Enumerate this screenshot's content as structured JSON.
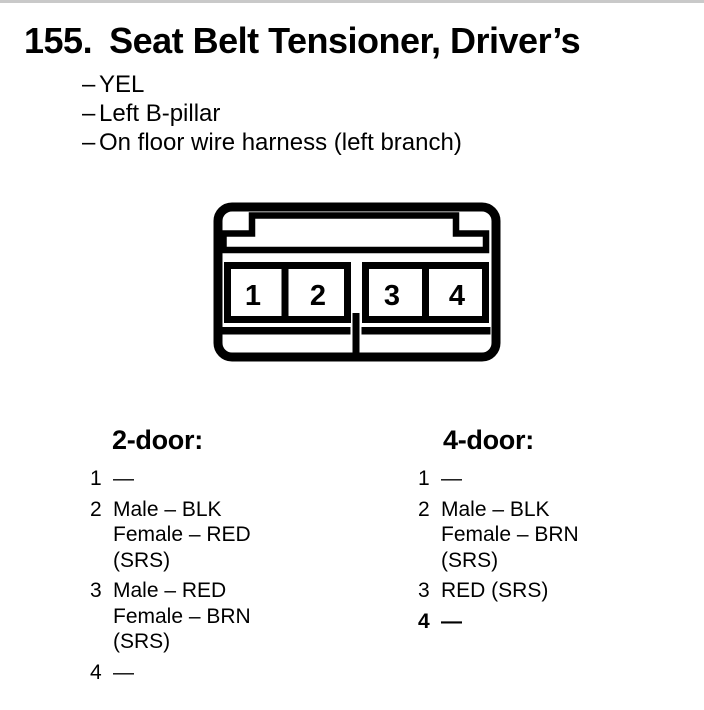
{
  "page": {
    "number": "155.",
    "title": "Seat Belt Tensioner, Driver’s",
    "detail_prefix": "–",
    "details": [
      "YEL",
      "Left B-pillar",
      "On floor wire harness (left branch)"
    ]
  },
  "connector": {
    "pins": [
      "1",
      "2",
      "3",
      "4"
    ]
  },
  "columns": [
    {
      "heading": "2-door:",
      "rows": [
        {
          "pin": "1",
          "lines": [
            "—"
          ]
        },
        {
          "pin": "2",
          "lines": [
            "Male – BLK",
            "Female – RED",
            "(SRS)"
          ]
        },
        {
          "pin": "3",
          "lines": [
            "Male – RED",
            "Female – BRN",
            "(SRS)"
          ]
        },
        {
          "pin": "4",
          "lines": [
            "—"
          ]
        }
      ]
    },
    {
      "heading": "4-door:",
      "rows": [
        {
          "pin": "1",
          "lines": [
            "—"
          ]
        },
        {
          "pin": "2",
          "lines": [
            "Male – BLK",
            "Female – BRN",
            "(SRS)"
          ]
        },
        {
          "pin": "3",
          "lines": [
            "RED (SRS)"
          ]
        },
        {
          "pin": "4",
          "lines": [
            "—"
          ]
        }
      ]
    }
  ],
  "colors": {
    "ink": "#000000",
    "paper": "#ffffff"
  }
}
